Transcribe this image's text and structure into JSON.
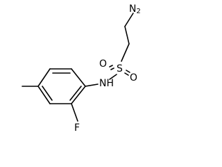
{
  "structure": {
    "atoms": {
      "amine": {
        "element": "N",
        "hydrogens": "2"
      },
      "sulfur": {
        "element": "S"
      },
      "oxygen_left": {
        "element": "O"
      },
      "oxygen_right": {
        "element": "O"
      },
      "nh": {
        "element": "N",
        "hydrogens": "H"
      },
      "fluorine": {
        "element": "F"
      }
    },
    "colors": {
      "bond": "#000000",
      "label": "#000000"
    }
  }
}
